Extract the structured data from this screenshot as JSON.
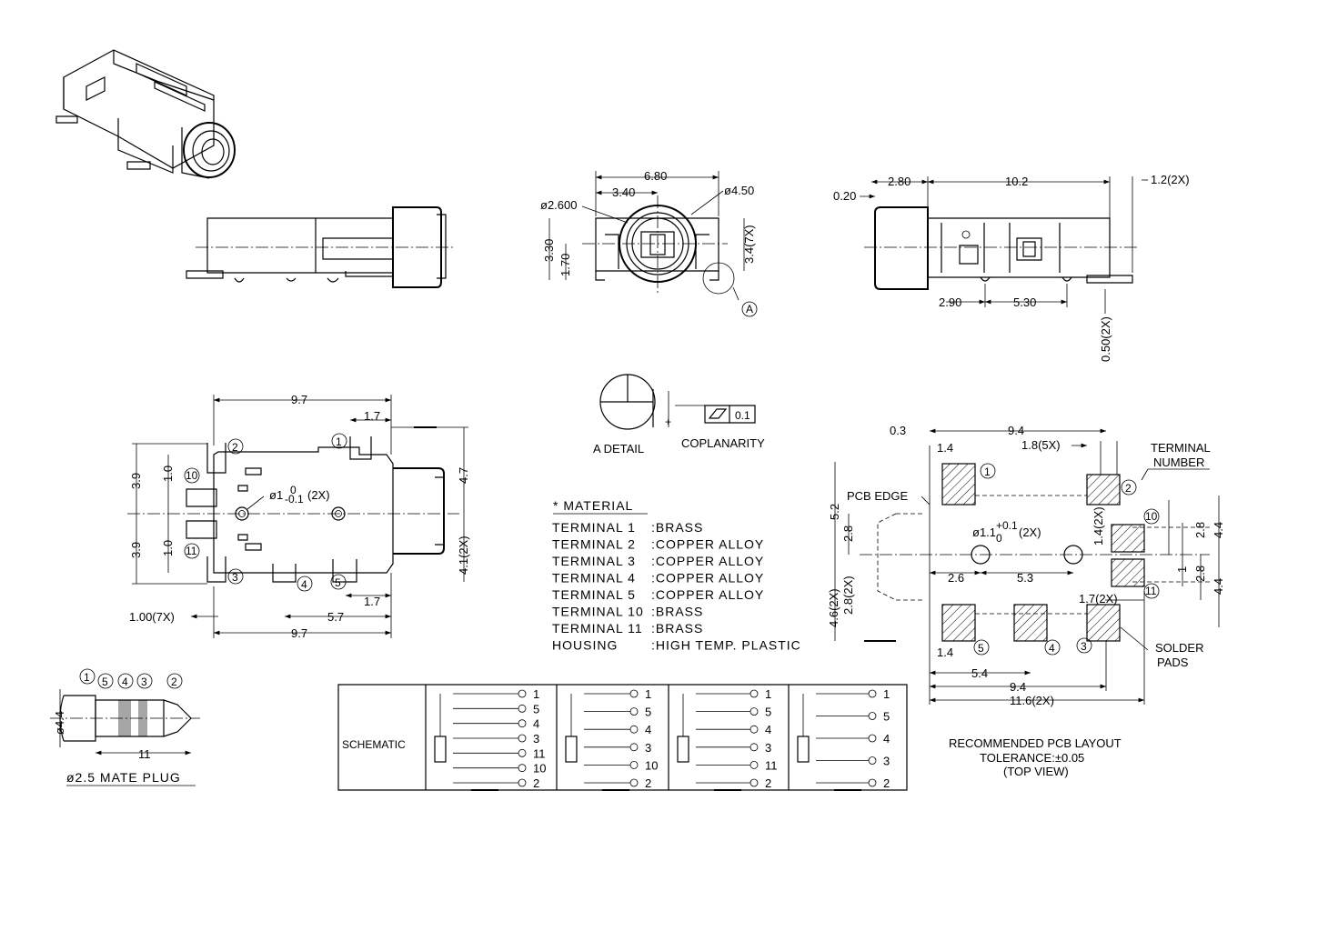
{
  "drawing": {
    "front_view": {
      "dims": {
        "width": "6.80",
        "half_width": "3.40",
        "bore": "ø2.600",
        "barrel": "ø4.50",
        "height": "3.30",
        "center_height": "1.70",
        "pin_spacing": "3.4(7X)",
        "detail_ref": "A"
      }
    },
    "side_view": {
      "dims": {
        "barrel_len": "2.80",
        "body_len": "10.2",
        "gap": "0.20",
        "lead": "1.2(2X)",
        "pad_offset": "2.90",
        "pad_pitch": "5.30",
        "lead_thk": "0.50(2X)"
      }
    },
    "detail": {
      "label": "A DETAIL",
      "coplanarity_label": "COPLANARITY",
      "tolerance": "0.1"
    },
    "top_view": {
      "dims": {
        "length_top": "9.7",
        "length_bottom": "9.7",
        "term_pitch": "1.7",
        "term_pitch_bottom": "1.7",
        "height": "4.7",
        "side_offset": "4.1(2X)",
        "upper_offset": "3.9",
        "lower_offset": "3.9",
        "upper_pin": "1.0",
        "lower_pin": "1.0",
        "hole": "ø1",
        "hole_tol_up": "0",
        "hole_tol_down": "-0.1",
        "hole_qty": "(2X)",
        "pin_width": "1.00(7X)",
        "center_span": "5.7"
      },
      "terminals": [
        "1",
        "2",
        "3",
        "4",
        "5",
        "10",
        "11"
      ]
    },
    "material": {
      "title": "* MATERIAL",
      "rows": [
        {
          "part": "TERMINAL  1",
          "material": ":BRASS"
        },
        {
          "part": "TERMINAL  2",
          "material": ":COPPER  ALLOY"
        },
        {
          "part": "TERMINAL  3",
          "material": ":COPPER  ALLOY"
        },
        {
          "part": "TERMINAL  4",
          "material": ":COPPER  ALLOY"
        },
        {
          "part": "TERMINAL  5",
          "material": ":COPPER  ALLOY"
        },
        {
          "part": "TERMINAL  10",
          "material": ":BRASS"
        },
        {
          "part": "TERMINAL  11",
          "material": ":BRASS"
        },
        {
          "part": "HOUSING",
          "material": ":HIGH  TEMP.  PLASTIC"
        }
      ]
    },
    "pcb": {
      "dims": {
        "edge_offset": "0.3",
        "overall": "9.4",
        "pad_w": "1.4",
        "pad_pitch": "1.8(5X)",
        "height": "5.2",
        "half_height": "2.8",
        "hole": "ø1.1",
        "hole_tol_up": "+0.1",
        "hole_tol_down": "0",
        "hole_qty": "(2X)",
        "pad_gap": "1.4(2X)",
        "right_h1": "2.8",
        "right_h2": "2.8",
        "right_total1": "4.4",
        "right_total2": "4.4",
        "right_pad": "1",
        "left_total": "4.6(2X)",
        "left_half": "2.8(2X)",
        "h1": "2.6",
        "h2": "5.3",
        "pad_pitch2": "1.7(2X)",
        "bottom_pad": "1.4",
        "bottom_span": "5.4",
        "bottom_overall": "9.4",
        "bottom_total": "11.6(2X)"
      },
      "pcb_edge": "PCB EDGE",
      "terminal_number": [
        "TERMINAL",
        "NUMBER"
      ],
      "solder_pads": [
        "SOLDER",
        "PADS"
      ],
      "caption": [
        "RECOMMENDED  PCB  LAYOUT",
        "TOLERANCE:±0.05",
        "(TOP  VIEW)"
      ]
    },
    "plug": {
      "dia": "ø4.4",
      "length": "11",
      "caption": "ø2.5  MATE  PLUG",
      "rings": [
        "1",
        "5",
        "4",
        "3",
        "2"
      ]
    },
    "schematic": {
      "label": "SCHEMATIC",
      "panel_a": [
        "1",
        "5",
        "4",
        "3",
        "11",
        "10",
        "2"
      ],
      "panel_b": [
        "1",
        "5",
        "4",
        "3",
        "10",
        "2"
      ],
      "panel_c": [
        "1",
        "5",
        "4",
        "3",
        "11",
        "2"
      ],
      "panel_d": [
        "1",
        "5",
        "4",
        "3",
        "2"
      ]
    }
  }
}
